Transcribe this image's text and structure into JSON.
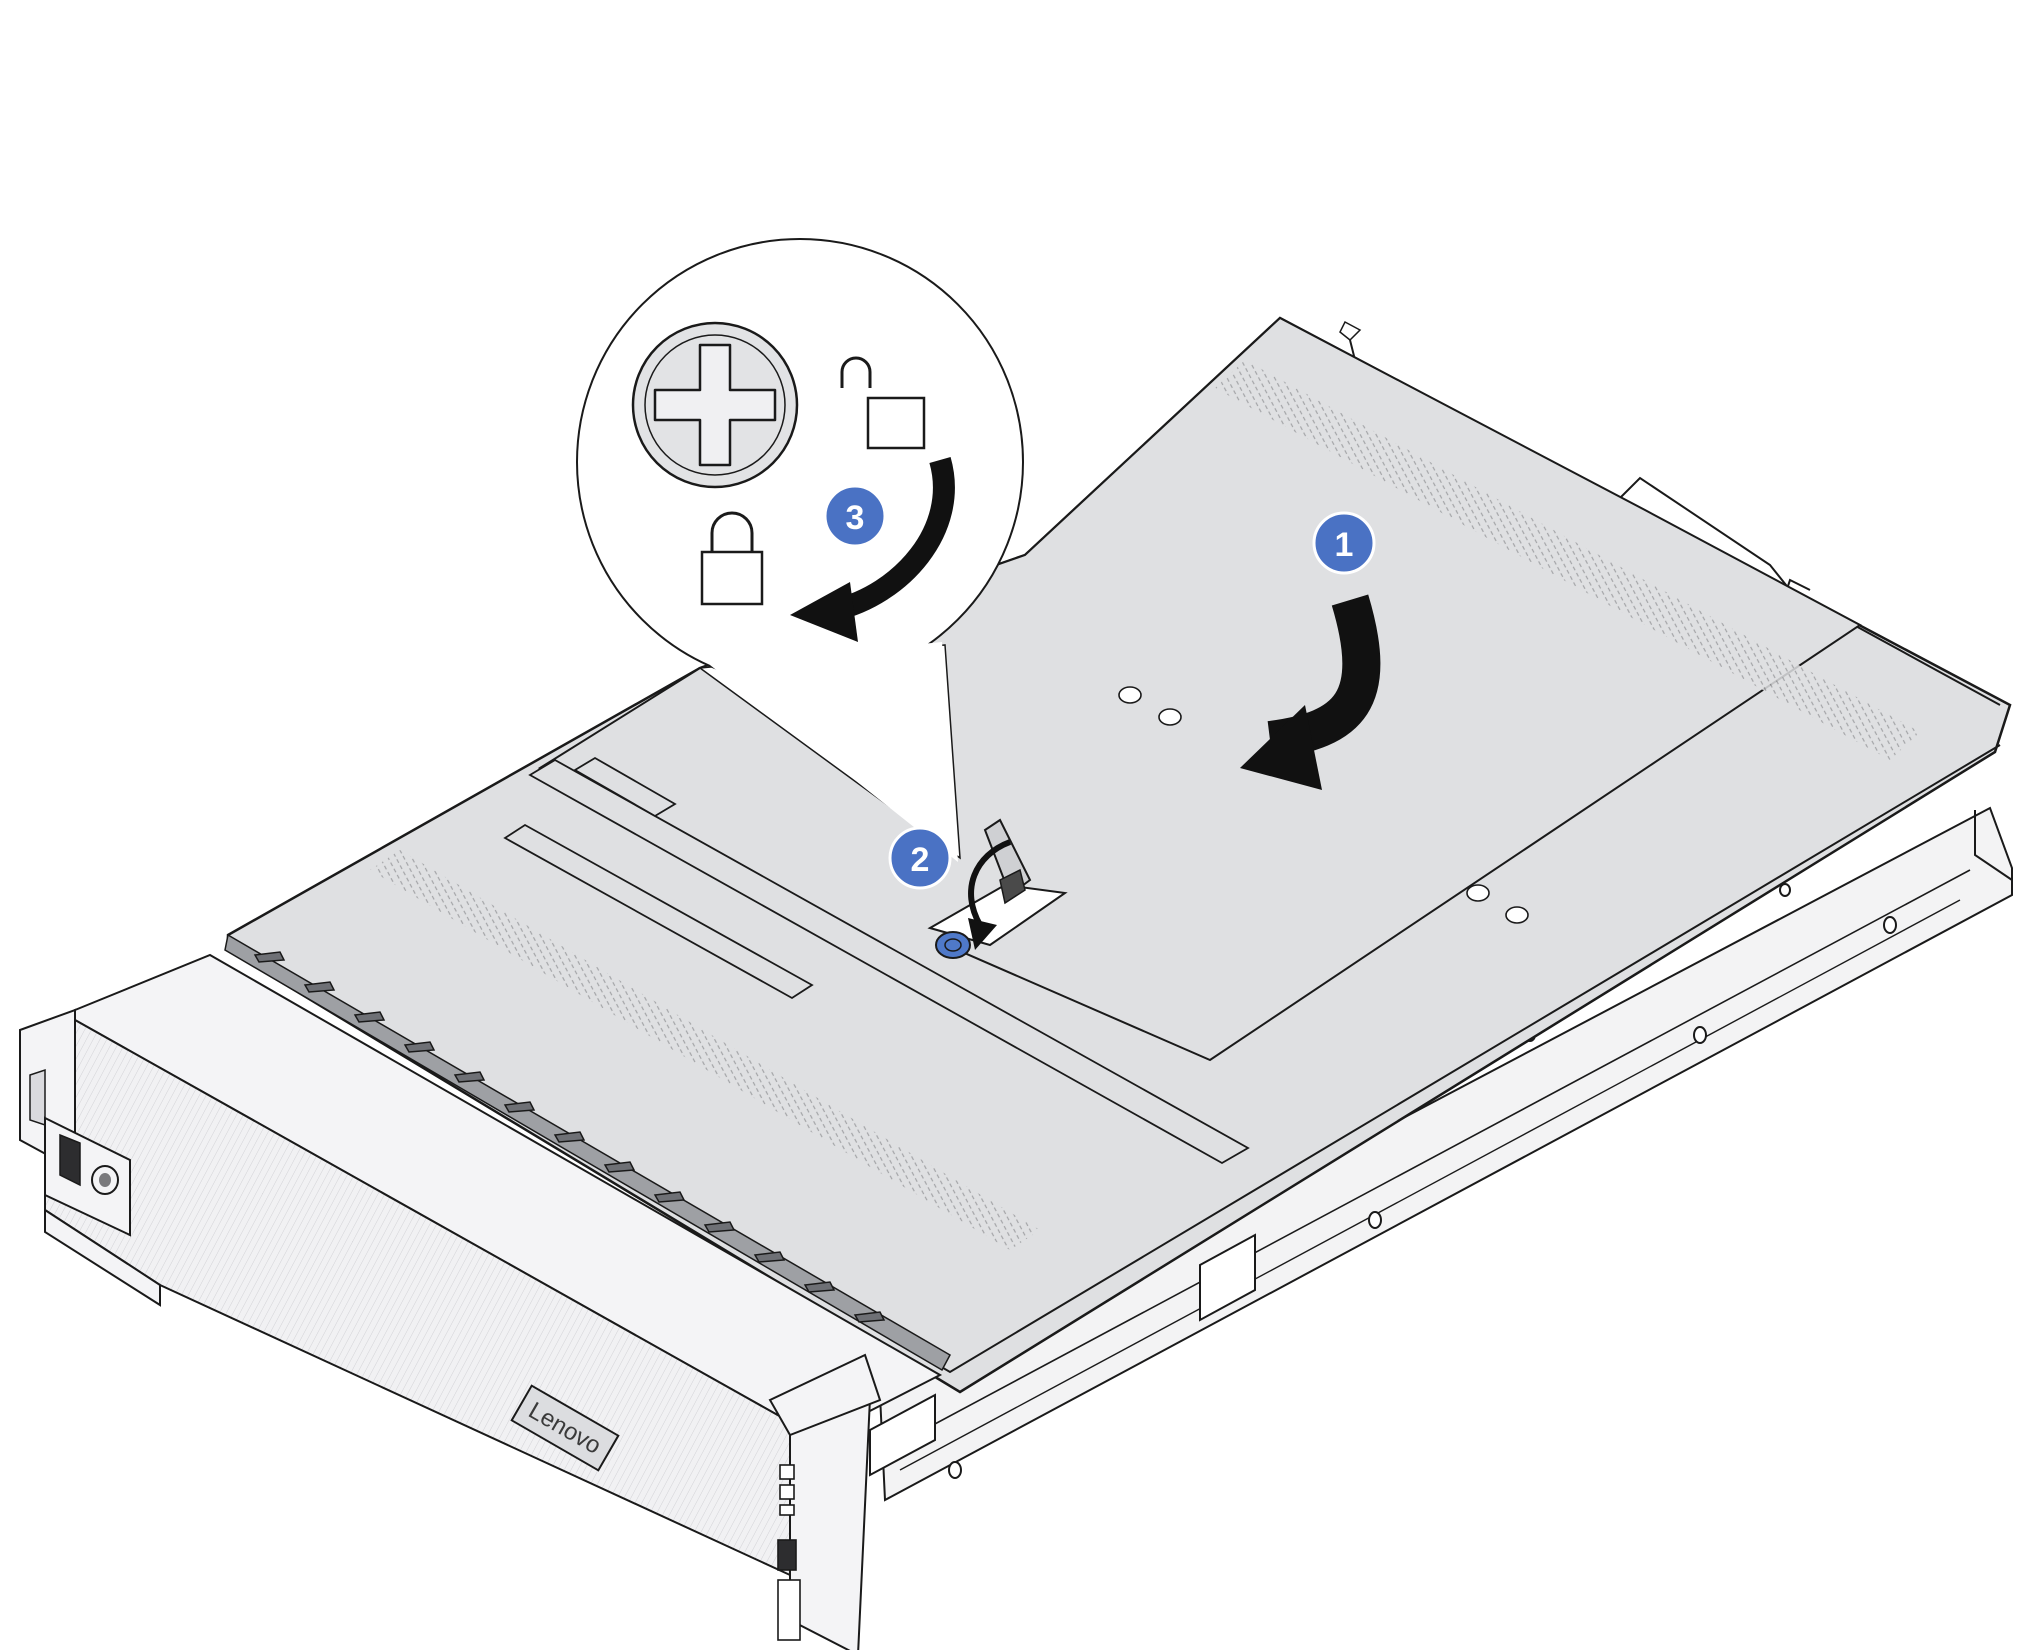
{
  "figure": {
    "brand_text": "Lenovo",
    "steps": [
      {
        "number": "1",
        "action": "slide-cover-toward-front"
      },
      {
        "number": "2",
        "action": "close-cover-latch"
      },
      {
        "number": "3",
        "action": "turn-lock-to-locked-position"
      }
    ],
    "icons": {
      "unlocked": "unlocked-padlock-icon",
      "locked": "locked-padlock-icon",
      "screw": "phillips-screw-icon"
    },
    "colors": {
      "callout_fill": "#4a72c4",
      "latch_highlight": "#4f79c9",
      "cover_gray": "#dfe0e2",
      "bezel_gray": "#ececee",
      "line": "#1a1a1a",
      "arrow": "#111111"
    }
  }
}
